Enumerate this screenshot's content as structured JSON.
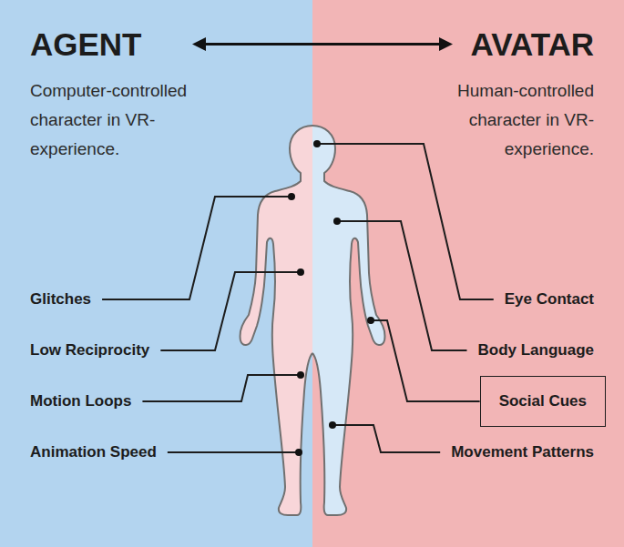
{
  "diagram": {
    "nodes": [
      {
        "text": [
          "AGENT",
          "Computer-controlled character in VR-experience."
        ]
      },
      {
        "text": [
          "AVATAR",
          "Human-controlled character in VR-experience."
        ]
      },
      {
        "text": [
          "Social Cues"
        ],
        "in": 1
      }
    ],
    "edges": [
      {
        "from": 0,
        "to": 1,
        "arrow": "both"
      }
    ],
    "labels": [
      "Glitches",
      "Low Reciprocity",
      "Motion Loops",
      "Animation Speed",
      "Eye Contact",
      "Body Language",
      "Movement Patterns"
    ]
  }
}
